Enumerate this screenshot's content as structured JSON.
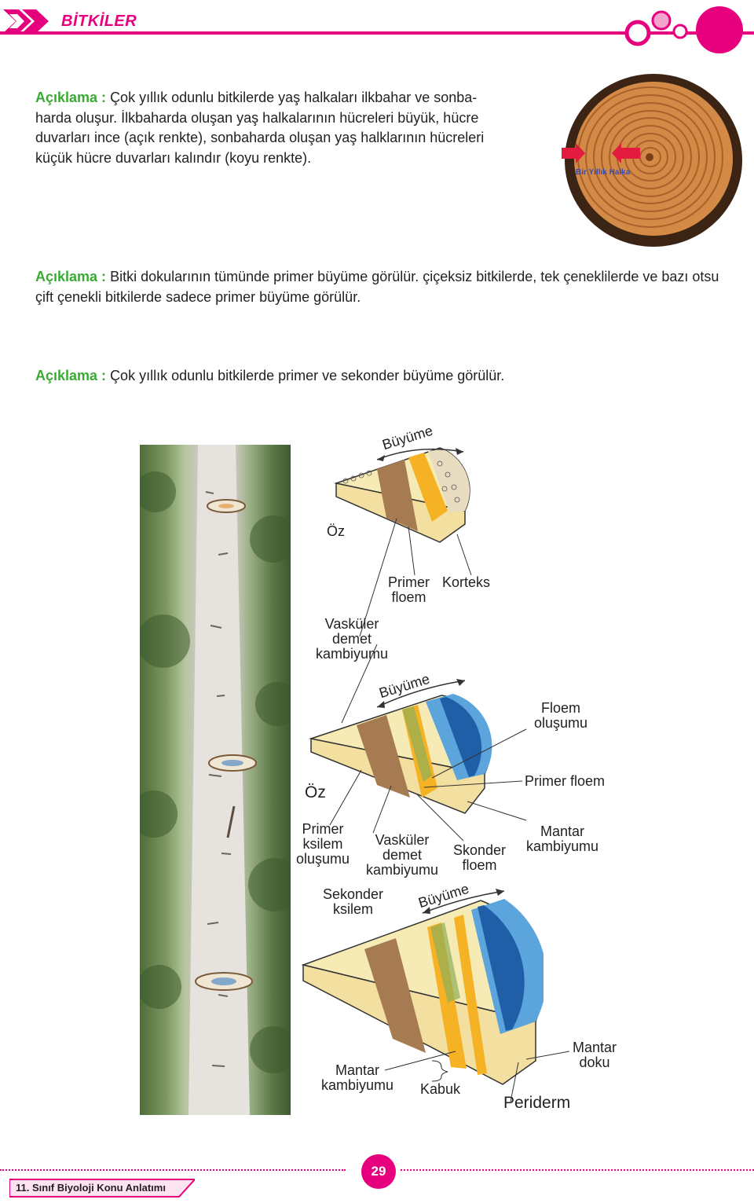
{
  "header": {
    "title": "BİTKİLER",
    "colors": {
      "accent": "#e6007e",
      "label_green": "#3aaa35"
    }
  },
  "paragraphs": [
    {
      "label": "Açıklama :",
      "lines": [
        "Çok yıllık odunlu bitkilerde yaş halkaları ilkbahar ve sonba-",
        "harda oluşur. İlkbaharda oluşan yaş halkalarının hücreleri büyük, hücre",
        "duvarları ince (açık renkte), sonbaharda oluşan yaş halklarının hücreleri",
        "küçük hücre duvarları kalındır (koyu renkte)."
      ]
    },
    {
      "label": "Açıklama :",
      "lines": [
        "Bitki dokularının tümünde primer büyüme görülür. çiçeksiz bitkilerde, tek çeneklilerde ve bazı otsu",
        "çift çenekli bitkilerde sadece primer büyüme görülür."
      ]
    },
    {
      "label": "Açıklama :",
      "lines": [
        "Çok yıllık odunlu bitkilerde primer ve sekonder büyüme görülür."
      ]
    }
  ],
  "tree_ring_image": {
    "caption": "Bir Yıllık Halka"
  },
  "diagram": {
    "stage1": {
      "growth": "Büyüme",
      "oz": "Öz",
      "primer_floem": [
        "Primer",
        "floem"
      ],
      "korteks": "Korteks",
      "vaskuler": [
        "Vasküler",
        "demet",
        "kambiyumu"
      ]
    },
    "stage2": {
      "growth": "Büyüme",
      "floem_olusumu": [
        "Floem",
        "oluşumu"
      ],
      "primer_floem": "Primer floem",
      "oz": "Öz",
      "primer_ksilem": [
        "Primer",
        "ksilem",
        "oluşumu"
      ],
      "vaskuler": [
        "Vasküler",
        "demet",
        "kambiyumu"
      ],
      "skonder_floem": [
        "Skonder",
        "floem"
      ],
      "mantar_kambiyumu": [
        "Mantar",
        "kambiyumu"
      ],
      "sekonder_ksilem": [
        "Sekonder",
        "ksilem"
      ]
    },
    "stage3": {
      "growth": "Büyüme",
      "mantar_kambiyumu": [
        "Mantar",
        "kambiyumu"
      ],
      "kabuk": "Kabuk",
      "mantar_doku": [
        "Mantar",
        "doku"
      ],
      "periderm": "Periderm"
    }
  },
  "footer": {
    "book": "11. Sınıf Biyoloji Konu Anlatımı",
    "page": "29"
  }
}
